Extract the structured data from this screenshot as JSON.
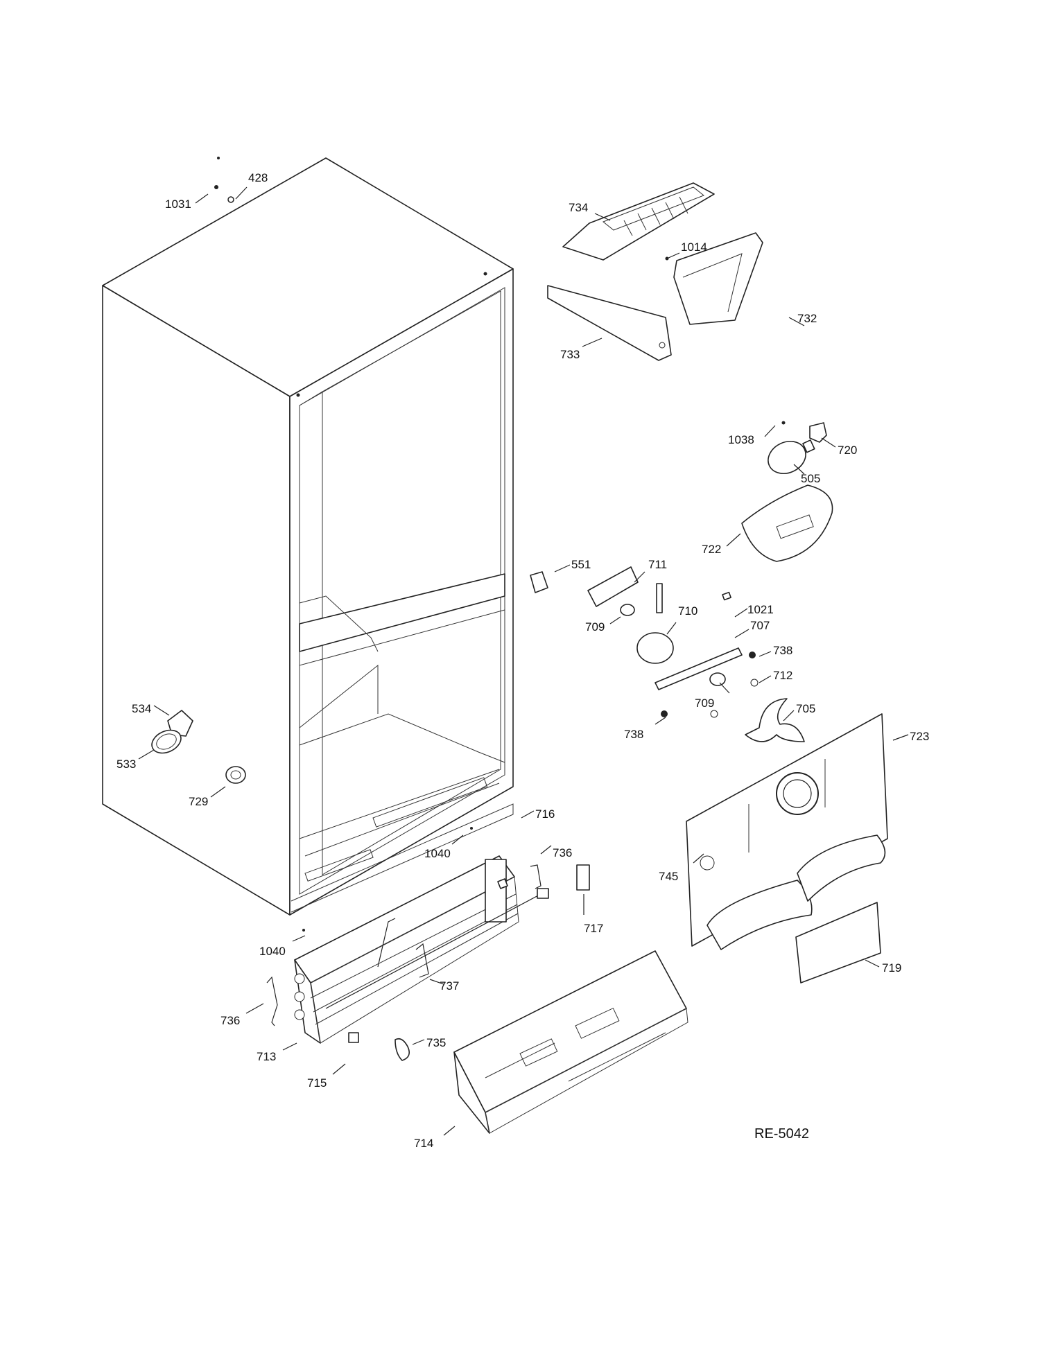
{
  "diagram": {
    "reference": "RE-5042",
    "callouts": [
      "1031",
      "428",
      "734",
      "1014",
      "732",
      "733",
      "1038",
      "720",
      "505",
      "722",
      "551",
      "711",
      "709",
      "710",
      "1021",
      "707",
      "738",
      "712",
      "709",
      "705",
      "738",
      "723",
      "534",
      "533",
      "729",
      "716",
      "1040",
      "736",
      "745",
      "717",
      "1040",
      "737",
      "736",
      "713",
      "735",
      "715",
      "714",
      "719"
    ]
  }
}
